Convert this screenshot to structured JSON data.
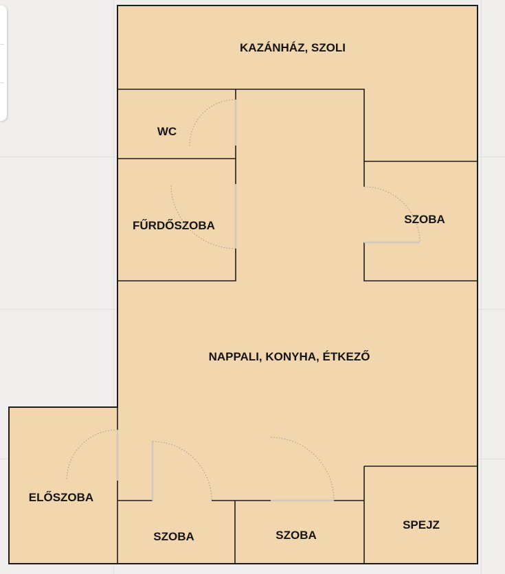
{
  "floor_plan": {
    "colors": {
      "room_fill": "#f2d6ad",
      "wall": "#1c1c1c",
      "background": "#f1efed",
      "door_leaf": "#cfc8bd",
      "door_arc": "#9a9a9a"
    },
    "rooms": {
      "kazanhaz": "KAZÁNHÁZ, SZOLI",
      "wc": "WC",
      "furdoszoba": "FŰRDŐSZOBA",
      "szoba_right": "SZOBA",
      "nappali": "NAPPALI, KONYHA, ÉTKEZŐ",
      "eloszoba": "ELŐSZOBA",
      "szoba_bottom_left": "SZOBA",
      "szoba_bottom_mid": "SZOBA",
      "spejz": "SPEJZ"
    }
  }
}
